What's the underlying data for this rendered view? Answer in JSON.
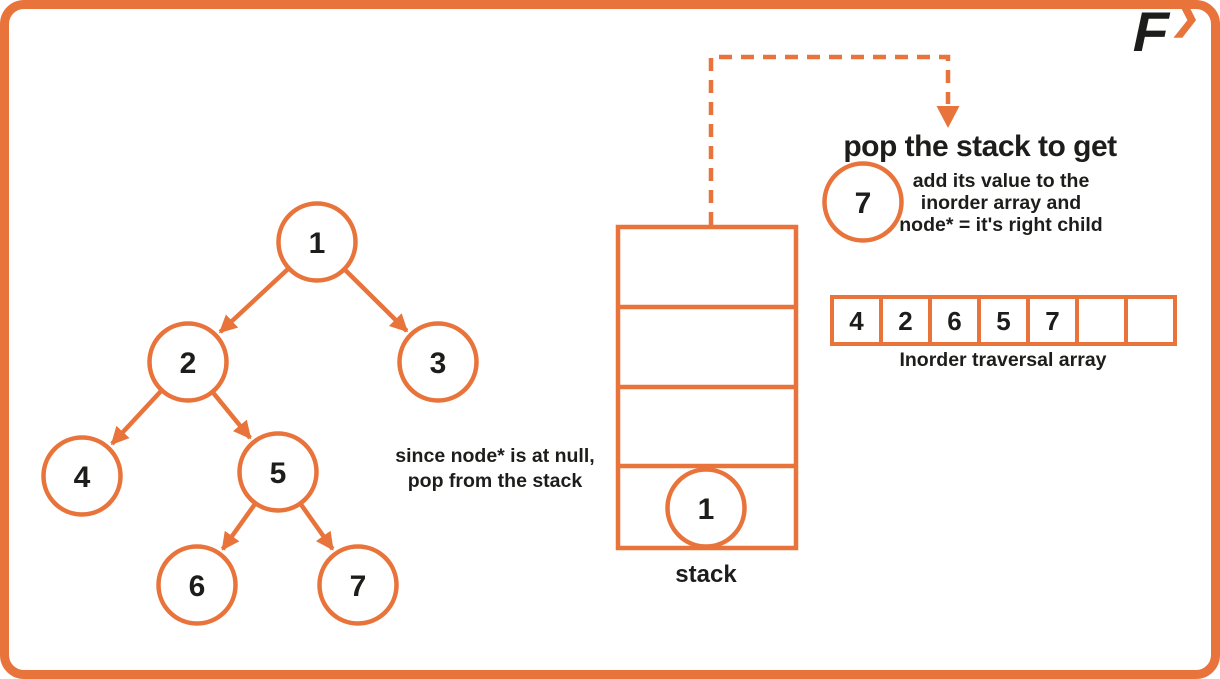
{
  "colors": {
    "accent": "#E8743B",
    "text": "#1D1D1B",
    "background": "#FFFFFF"
  },
  "logo": {
    "letter": "F",
    "chevron_icon": "❯"
  },
  "tree": {
    "nodes": [
      {
        "label": "1"
      },
      {
        "label": "2"
      },
      {
        "label": "3"
      },
      {
        "label": "4"
      },
      {
        "label": "5"
      },
      {
        "label": "6"
      },
      {
        "label": "7"
      }
    ]
  },
  "note": {
    "line1": "since node* is at null,",
    "line2": "pop from the stack"
  },
  "stack": {
    "label": "stack",
    "top_value": "1"
  },
  "pop_callout": {
    "title": "pop the stack to get",
    "popped_value": "7",
    "line1": "add its value to the",
    "line2": "inorder array and",
    "line3": "node* = it's right child"
  },
  "inorder_array": {
    "label": "Inorder traversal array",
    "cells": [
      "4",
      "2",
      "6",
      "5",
      "7",
      "",
      ""
    ]
  }
}
